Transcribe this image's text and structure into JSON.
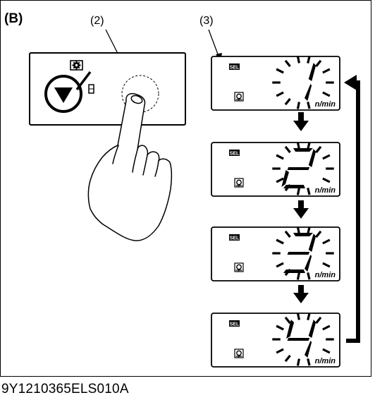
{
  "figure": {
    "panel_label": "(B)",
    "callout_button": "(2)",
    "callout_display": "(3)",
    "caption": "9Y1210365ELS010A"
  },
  "displays": [
    {
      "sel": "SEL",
      "digit": "1",
      "unit": "n/min"
    },
    {
      "sel": "SEL",
      "digit": "2",
      "unit": "n/min"
    },
    {
      "sel": "SEL",
      "digit": "3",
      "unit": "n/min"
    },
    {
      "sel": "SEL",
      "digit": "4",
      "unit": "n/min"
    }
  ],
  "icons": {
    "select_button": "down-triangle-button-icon",
    "gear_icon": "gear-icon",
    "hand": "pointing-hand-icon"
  }
}
